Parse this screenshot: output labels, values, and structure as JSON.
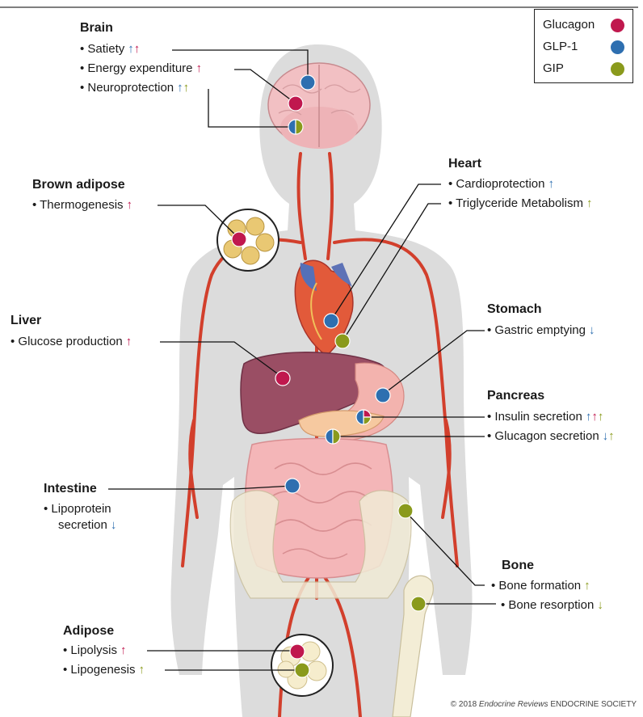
{
  "colors": {
    "glucagon": "#c0184e",
    "glp1": "#2e6fb0",
    "gip": "#8a9a1c"
  },
  "legend": {
    "items": [
      {
        "label": "Glucagon",
        "color": "#c0184e"
      },
      {
        "label": "GLP-1",
        "color": "#2e6fb0"
      },
      {
        "label": "GIP",
        "color": "#8a9a1c"
      }
    ]
  },
  "organs": {
    "brain": {
      "title": "Brain",
      "effects": [
        {
          "text": "• Satiety",
          "arrows": [
            {
              "symbol": "↑",
              "hormone": "glp1"
            },
            {
              "symbol": "↑",
              "hormone": "glucagon"
            }
          ]
        },
        {
          "text": "• Energy expenditure",
          "arrows": [
            {
              "symbol": "↑",
              "hormone": "glucagon"
            }
          ]
        },
        {
          "text": "• Neuroprotection",
          "arrows": [
            {
              "symbol": "↑",
              "hormone": "glp1"
            },
            {
              "symbol": "↑",
              "hormone": "gip"
            }
          ]
        }
      ]
    },
    "brown_adipose": {
      "title": "Brown adipose",
      "effects": [
        {
          "text": "• Thermogenesis",
          "arrows": [
            {
              "symbol": "↑",
              "hormone": "glucagon"
            }
          ]
        }
      ]
    },
    "heart": {
      "title": "Heart",
      "effects": [
        {
          "text": "• Cardioprotection",
          "arrows": [
            {
              "symbol": "↑",
              "hormone": "glp1"
            }
          ]
        },
        {
          "text": "• Triglyceride Metabolism",
          "arrows": [
            {
              "symbol": "↑",
              "hormone": "gip"
            }
          ]
        }
      ]
    },
    "liver": {
      "title": "Liver",
      "effects": [
        {
          "text": "• Glucose production",
          "arrows": [
            {
              "symbol": "↑",
              "hormone": "glucagon"
            }
          ]
        }
      ]
    },
    "stomach": {
      "title": "Stomach",
      "effects": [
        {
          "text": "• Gastric emptying",
          "arrows": [
            {
              "symbol": "↓",
              "hormone": "glp1"
            }
          ]
        }
      ]
    },
    "pancreas": {
      "title": "Pancreas",
      "effects": [
        {
          "text": "• Insulin secretion",
          "arrows": [
            {
              "symbol": "↑",
              "hormone": "glp1"
            },
            {
              "symbol": "↑",
              "hormone": "glucagon"
            },
            {
              "symbol": "↑",
              "hormone": "gip"
            }
          ]
        },
        {
          "text": "• Glucagon secretion",
          "arrows": [
            {
              "symbol": "↓",
              "hormone": "glp1"
            },
            {
              "symbol": "↑",
              "hormone": "gip"
            }
          ]
        }
      ]
    },
    "intestine": {
      "title": "Intestine",
      "effects": [
        {
          "text": "• Lipoprotein",
          "arrows": []
        },
        {
          "text": "secretion",
          "arrows": [
            {
              "symbol": "↓",
              "hormone": "glp1"
            }
          ]
        }
      ]
    },
    "bone": {
      "title": "Bone",
      "effects": [
        {
          "text": "• Bone formation",
          "arrows": [
            {
              "symbol": "↑",
              "hormone": "gip"
            }
          ]
        },
        {
          "text": "• Bone resorption",
          "arrows": [
            {
              "symbol": "↓",
              "hormone": "gip"
            }
          ]
        }
      ]
    },
    "adipose": {
      "title": "Adipose",
      "effects": [
        {
          "text": "• Lipolysis",
          "arrows": [
            {
              "symbol": "↑",
              "hormone": "glucagon"
            }
          ]
        },
        {
          "text": "• Lipogenesis",
          "arrows": [
            {
              "symbol": "↑",
              "hormone": "gip"
            }
          ]
        }
      ]
    }
  },
  "credit": {
    "prefix": "© 2018",
    "journal": "Endocrine Reviews",
    "suffix": "ENDOCRINE SOCIETY"
  }
}
